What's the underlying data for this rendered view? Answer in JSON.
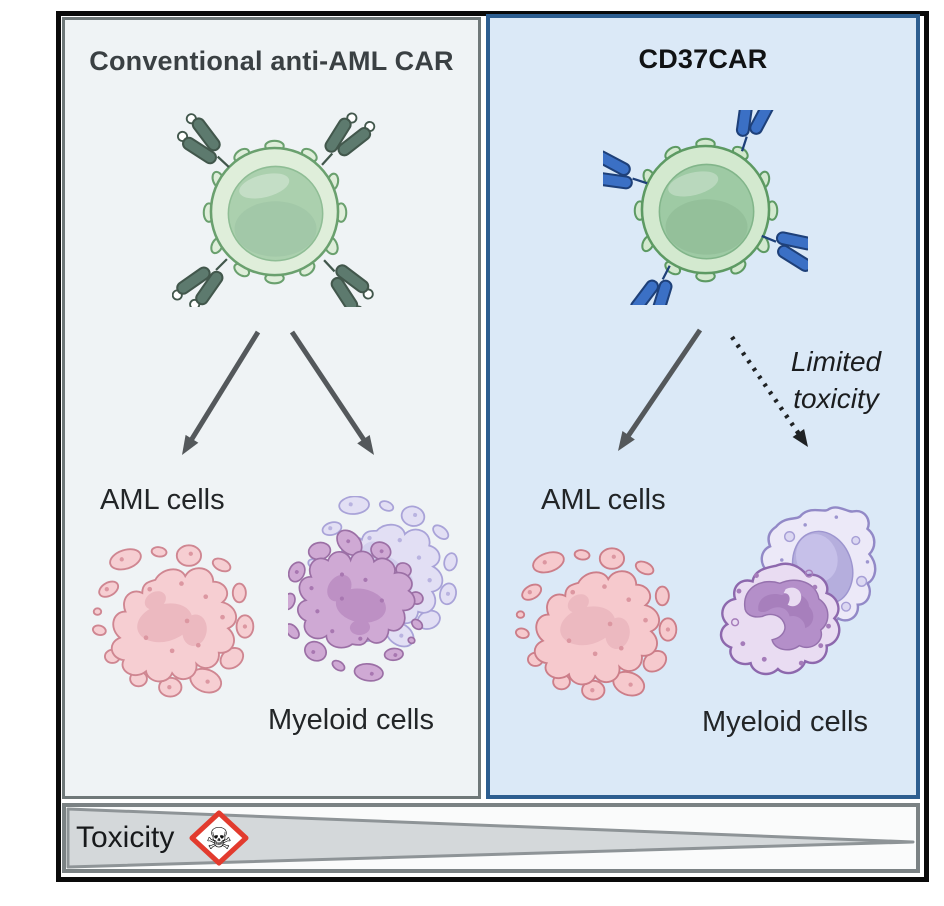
{
  "panels": {
    "left": {
      "title": "Conventional anti-AML CAR",
      "aml_label": "AML cells",
      "myeloid_label": "Myeloid cells"
    },
    "right": {
      "title": "CD37CAR",
      "aml_label": "AML cells",
      "myeloid_label": "Myeloid cells",
      "toxicity_note": "Limited toxicity"
    }
  },
  "footer": {
    "toxicity_label": "Toxicity",
    "hazard_icon": "skull-crossbones-ghs-pictogram",
    "hazard_glyph": "☠"
  },
  "colors": {
    "left_panel_bg": "#eff3f5",
    "left_panel_border": "#6f7879",
    "right_panel_bg": "#dbe9f7",
    "right_panel_border": "#2d5e90",
    "frame_border": "#0a0a0a",
    "car_receptor_green": "#5d7a6e",
    "car_receptor_blue": "#3b70c5",
    "t_cell_green": "#dcedd8",
    "aml_blob_pink": "#f6ced2",
    "myeloid_purple": "#cfa9d4",
    "myeloid_lavender": "#e2dff4",
    "arrow_gray": "#54585b",
    "dotted_arrow_black": "#1f2224",
    "hazard_red": "#e23b2e",
    "toxicity_wedge_gray": "#d4d8da"
  }
}
